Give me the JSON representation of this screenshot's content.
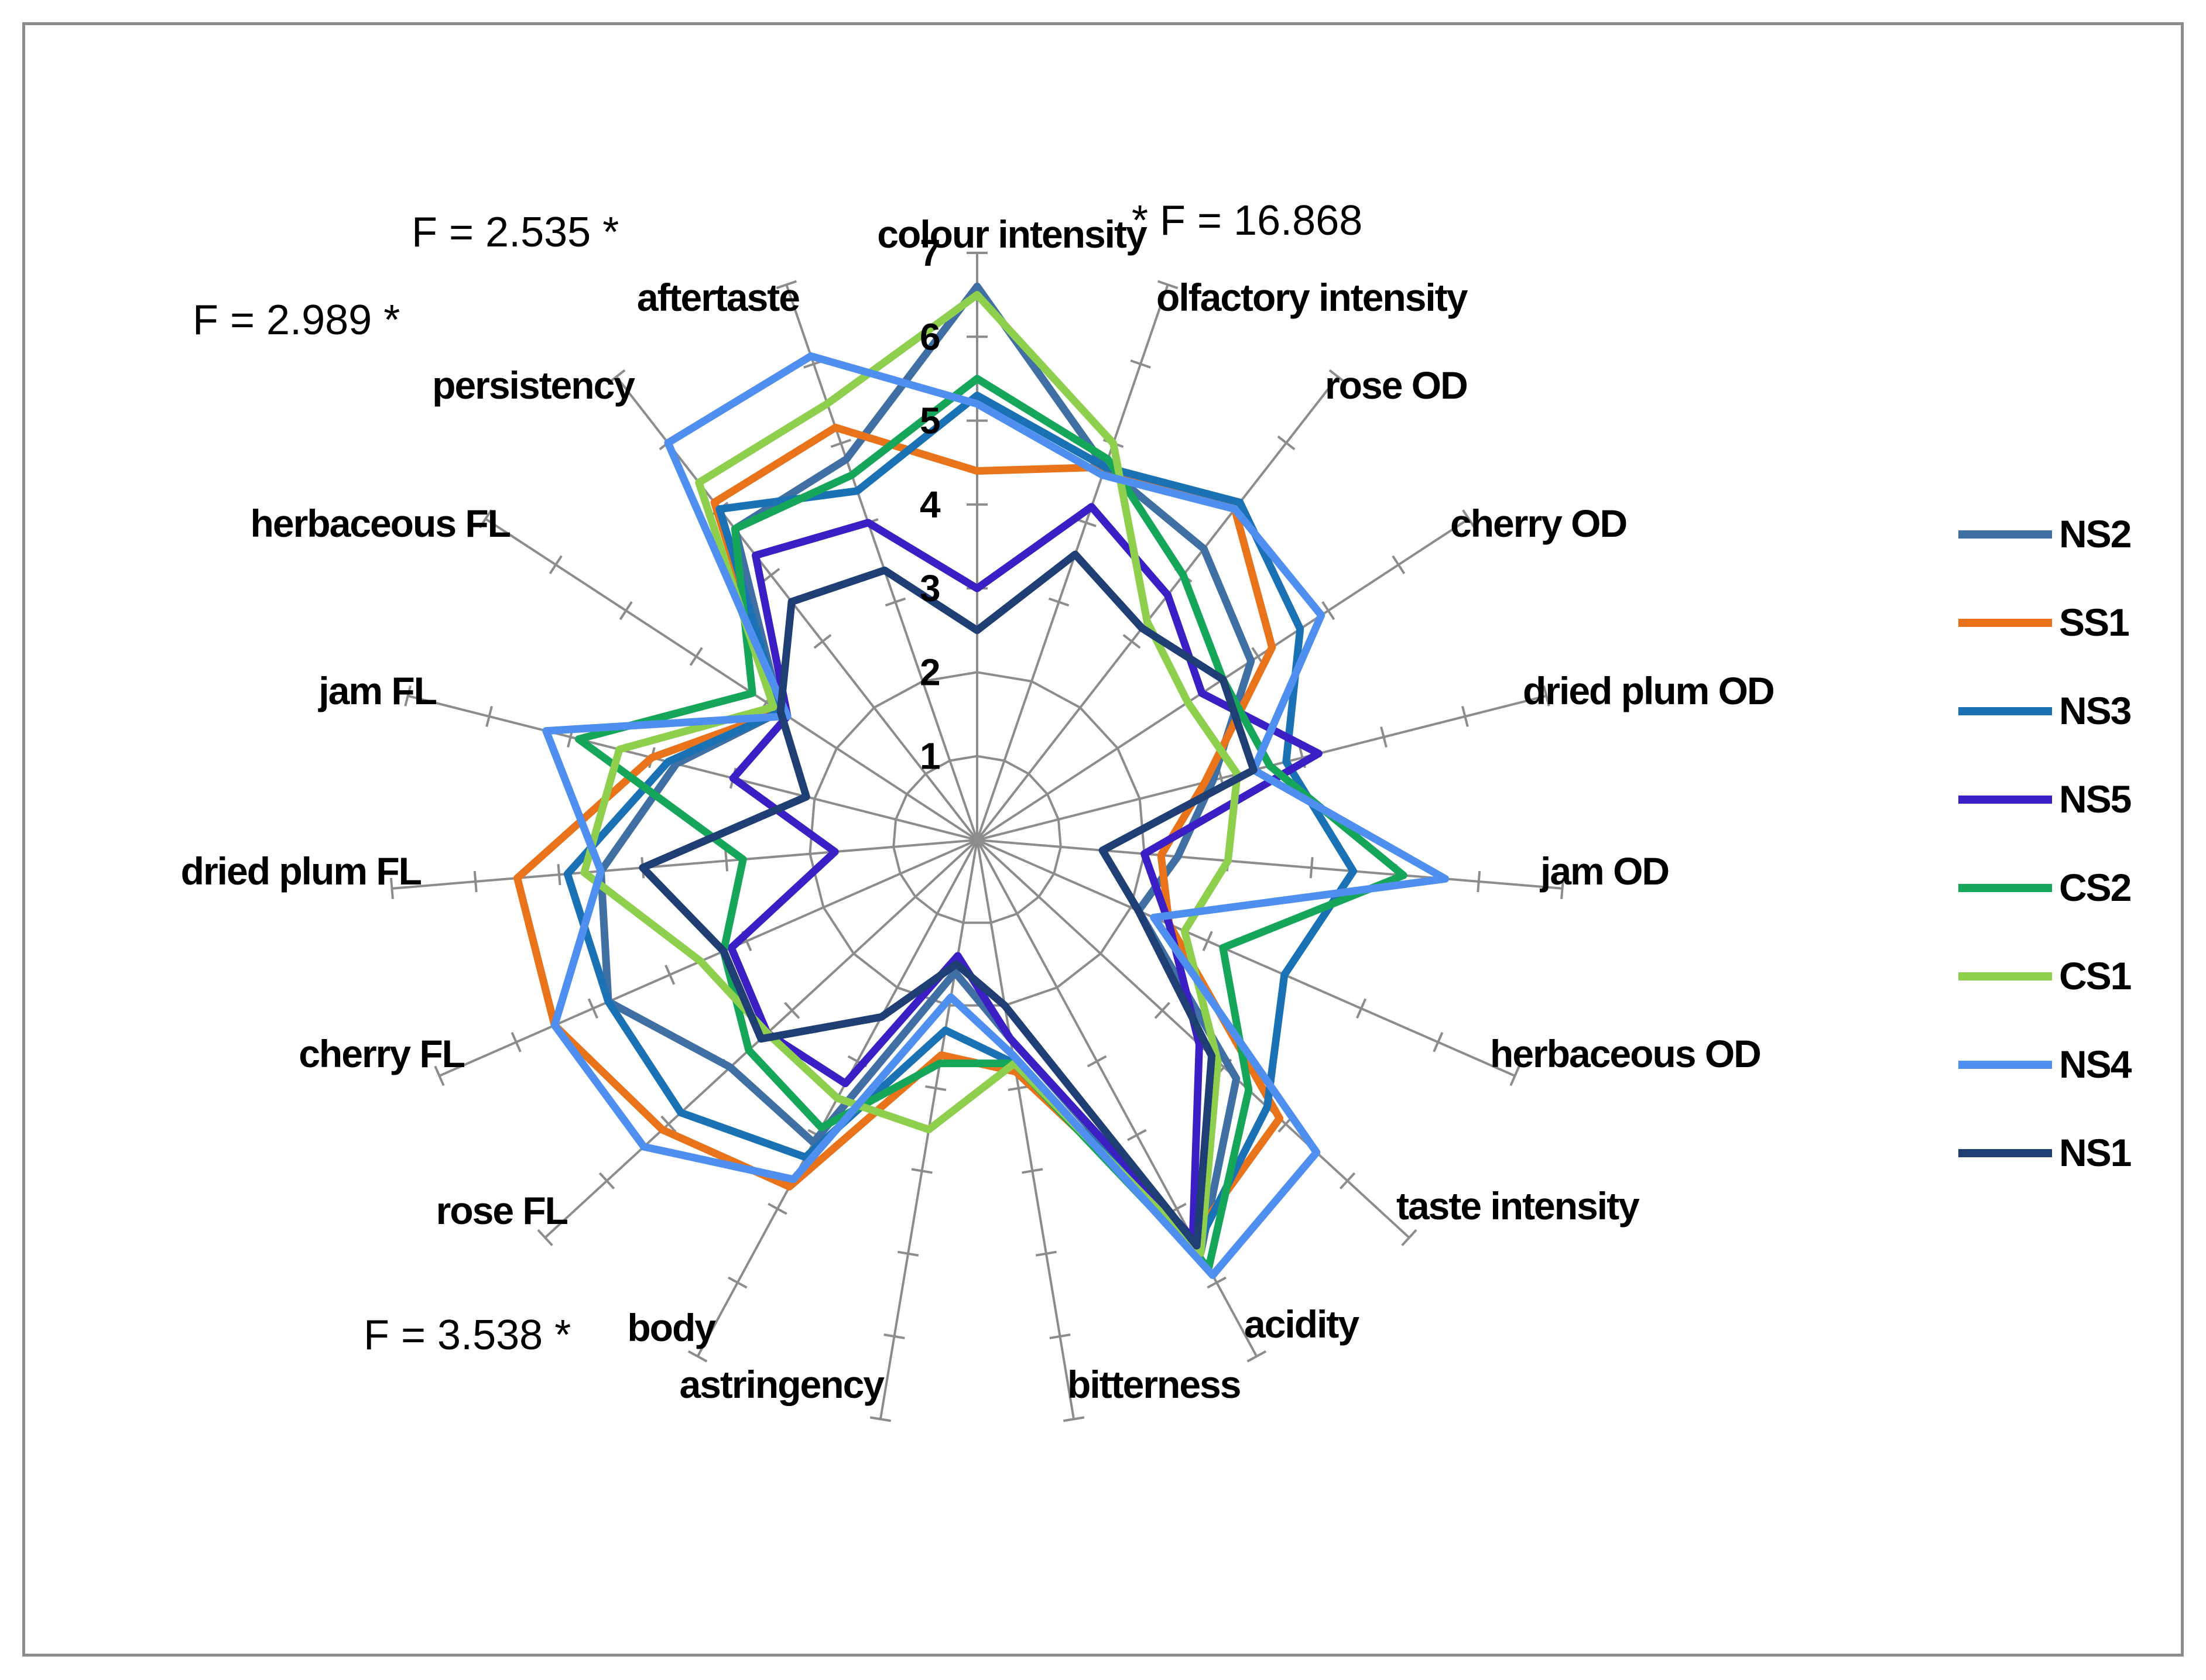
{
  "chart_data": {
    "type": "radar",
    "title": "",
    "scale": {
      "min": 0,
      "max": 7,
      "ticks": [
        1,
        2,
        3,
        4,
        5,
        6,
        7
      ]
    },
    "categories": [
      "colour intensity",
      "olfactory intensity",
      "rose OD",
      "cherry OD",
      "dried plum OD",
      "jam OD",
      "herbaceous  OD",
      "taste intensity",
      "acidity",
      "bitterness",
      "astringency",
      "body",
      "rose FL",
      "cherry FL",
      "dried plum FL",
      "jam FL",
      "herbaceous FL",
      "persistency",
      "aftertaste"
    ],
    "series": [
      {
        "name": "NS2",
        "color": "#3f6fa3",
        "values": [
          6.6,
          4.7,
          4.4,
          3.9,
          2.9,
          2.4,
          2.1,
          4.2,
          5.6,
          2.4,
          1.6,
          4.1,
          4.0,
          4.8,
          4.5,
          3.7,
          2.8,
          4.7,
          4.8
        ]
      },
      {
        "name": "SS1",
        "color": "#e8731a",
        "values": [
          4.4,
          4.7,
          5.0,
          4.2,
          2.8,
          2.2,
          2.5,
          4.9,
          5.4,
          2.8,
          2.6,
          4.7,
          5.1,
          5.5,
          5.5,
          4.0,
          2.8,
          5.1,
          5.2
        ]
      },
      {
        "name": "NS3",
        "color": "#1a72b5",
        "values": [
          5.3,
          4.7,
          5.1,
          4.6,
          3.8,
          4.5,
          4.0,
          4.7,
          5.5,
          2.7,
          2.3,
          4.3,
          4.8,
          4.8,
          4.9,
          3.8,
          2.8,
          5.0,
          4.4
        ]
      },
      {
        "name": "NS5",
        "color": "#3b1fc4",
        "values": [
          3.0,
          4.2,
          3.7,
          3.2,
          4.2,
          2.0,
          2.5,
          3.6,
          5.4,
          2.4,
          1.4,
          3.3,
          3.4,
          3.2,
          1.7,
          3.0,
          2.7,
          4.3,
          4.0
        ]
      },
      {
        "name": "CS2",
        "color": "#16a65a",
        "values": [
          5.5,
          4.8,
          4.0,
          3.5,
          3.6,
          5.1,
          3.2,
          4.4,
          5.8,
          2.7,
          2.7,
          3.9,
          3.7,
          3.3,
          2.8,
          4.9,
          3.2,
          4.7,
          4.6
        ]
      },
      {
        "name": "CS1",
        "color": "#8ecf4d",
        "values": [
          6.5,
          5.0,
          3.3,
          3.0,
          3.2,
          3.0,
          2.7,
          3.9,
          5.6,
          2.7,
          3.5,
          3.5,
          3.4,
          3.6,
          4.7,
          4.4,
          2.9,
          5.4,
          5.5
        ]
      },
      {
        "name": "NS4",
        "color": "#4f8ff0",
        "values": [
          5.2,
          4.6,
          5.0,
          4.9,
          3.4,
          5.6,
          2.3,
          5.5,
          5.9,
          2.6,
          1.9,
          4.6,
          5.4,
          5.5,
          4.5,
          5.3,
          2.7,
          6.0,
          6.1
        ]
      },
      {
        "name": "NS1",
        "color": "#1f3f74",
        "values": [
          2.5,
          3.6,
          3.2,
          3.5,
          3.4,
          1.5,
          2.1,
          3.8,
          5.5,
          2.0,
          1.5,
          2.4,
          3.5,
          3.3,
          4.0,
          2.1,
          2.8,
          3.6,
          3.4
        ]
      }
    ],
    "annotations": [
      {
        "text": "* F = 16.868",
        "category": "colour intensity"
      },
      {
        "text": "F = 2.535 *",
        "category": "aftertaste"
      },
      {
        "text": "F = 2.989 *",
        "category": "persistency"
      },
      {
        "text": "F = 3.538 *",
        "category": "body"
      }
    ],
    "legend": {
      "position": "right"
    },
    "grid": true
  }
}
